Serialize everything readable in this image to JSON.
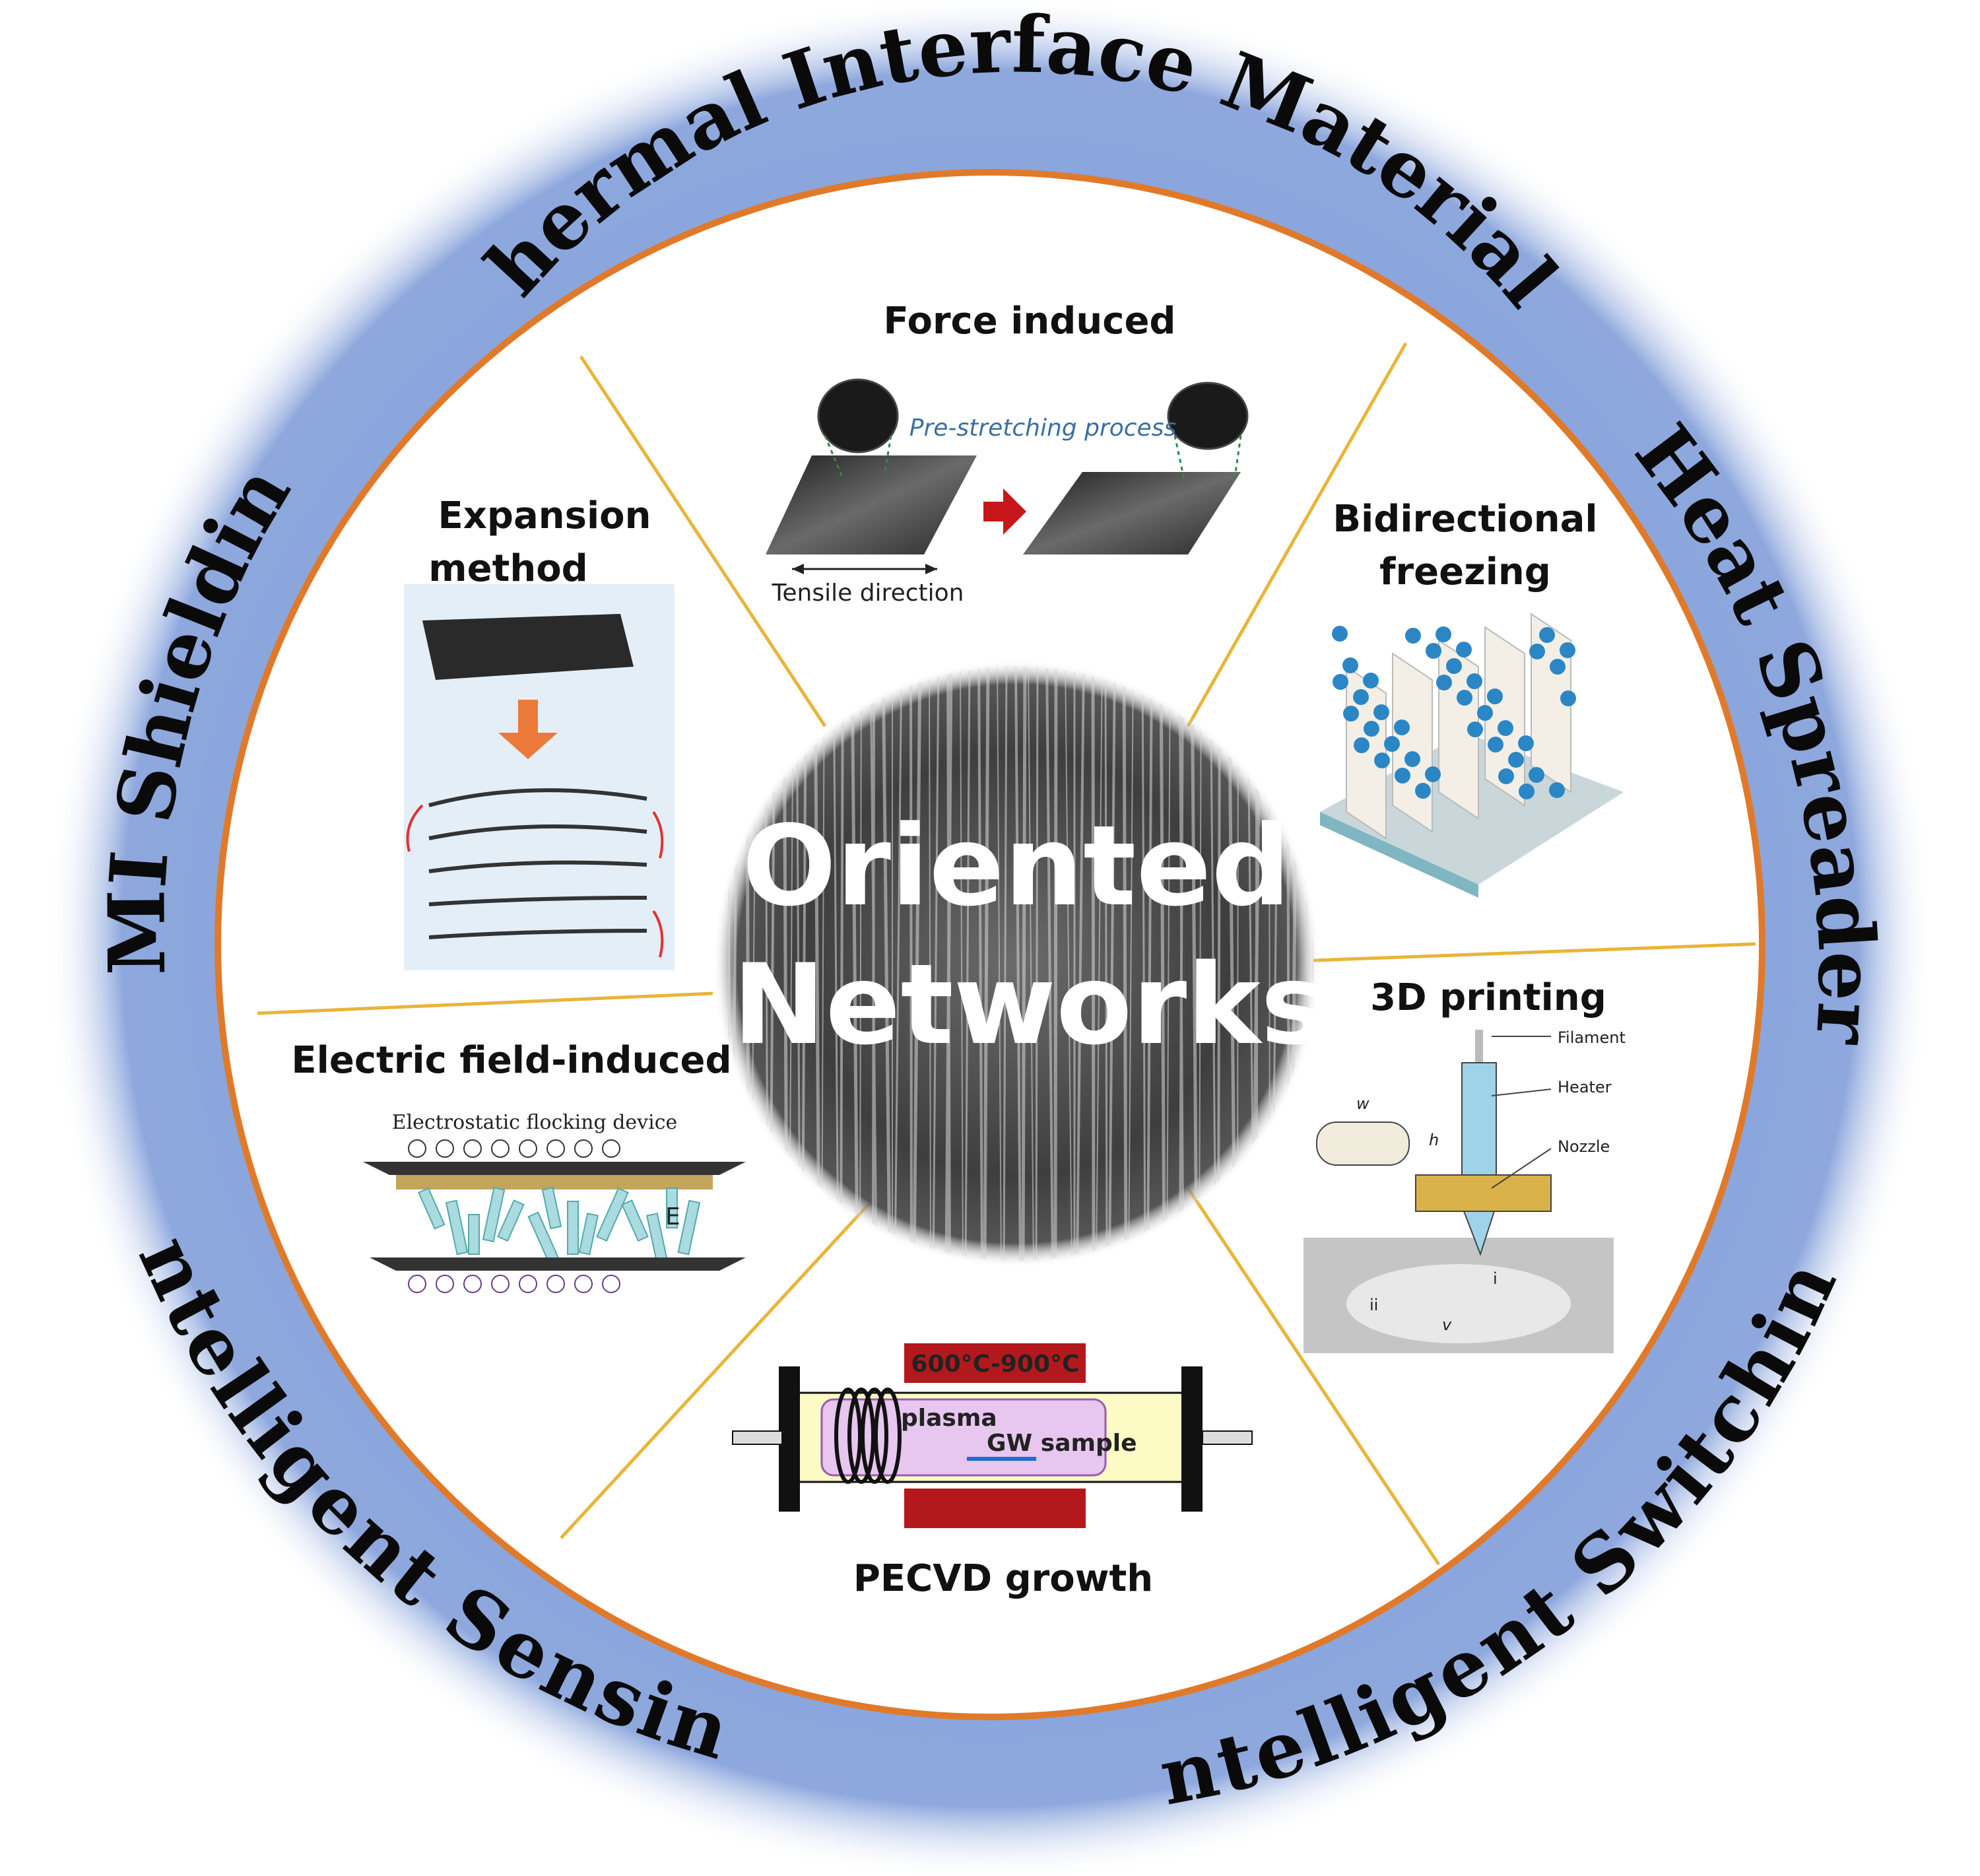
{
  "ring": {
    "top": "Thermal Interface Materials",
    "right": "Heat Spreaders",
    "left": "EMI Shielding",
    "bottom_left": "Intelligent Sensing",
    "bottom_right": "Intelligent Switching",
    "color": "#7f9fd8"
  },
  "center": {
    "line1": "Oriented",
    "line2": "Networks"
  },
  "sections": {
    "force": {
      "title": "Force induced",
      "process": "Pre-stretching process",
      "tensile": "Tensile  direction"
    },
    "bidirectional": {
      "line1": "Bidirectional",
      "line2": "freezing"
    },
    "expansion": {
      "line1": "Expansion",
      "line2": "method"
    },
    "electric": {
      "title": "Electric field-induced",
      "device": "Electrostatic flocking device",
      "e_label": "E"
    },
    "printing": {
      "title": "3D printing",
      "filament": "Filament",
      "heater": "Heater",
      "nozzle": "Nozzle",
      "w": "w",
      "h": "h",
      "v": "v",
      "i": "i",
      "ii": "ii"
    },
    "pecvd": {
      "title": "PECVD growth",
      "temp": "600°C-900°C",
      "plasma": "plasma",
      "sample": "GW sample"
    }
  },
  "colors": {
    "divider": "#e8b53a",
    "inner_border": "#e07a2a"
  }
}
